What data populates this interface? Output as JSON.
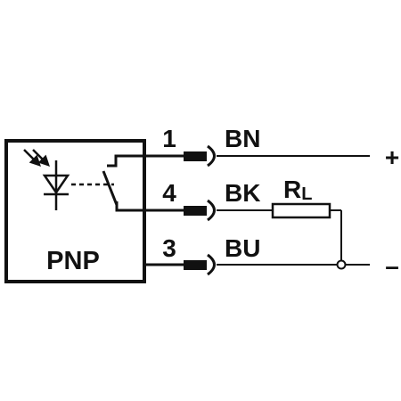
{
  "sensor": {
    "type_label": "PNP"
  },
  "wires": [
    {
      "pin": "1",
      "color": "BN",
      "terminal": "+"
    },
    {
      "pin": "4",
      "color": "BK",
      "terminal": ""
    },
    {
      "pin": "3",
      "color": "BU",
      "terminal": "–"
    }
  ],
  "load": {
    "symbol": "R",
    "subscript": "L"
  }
}
